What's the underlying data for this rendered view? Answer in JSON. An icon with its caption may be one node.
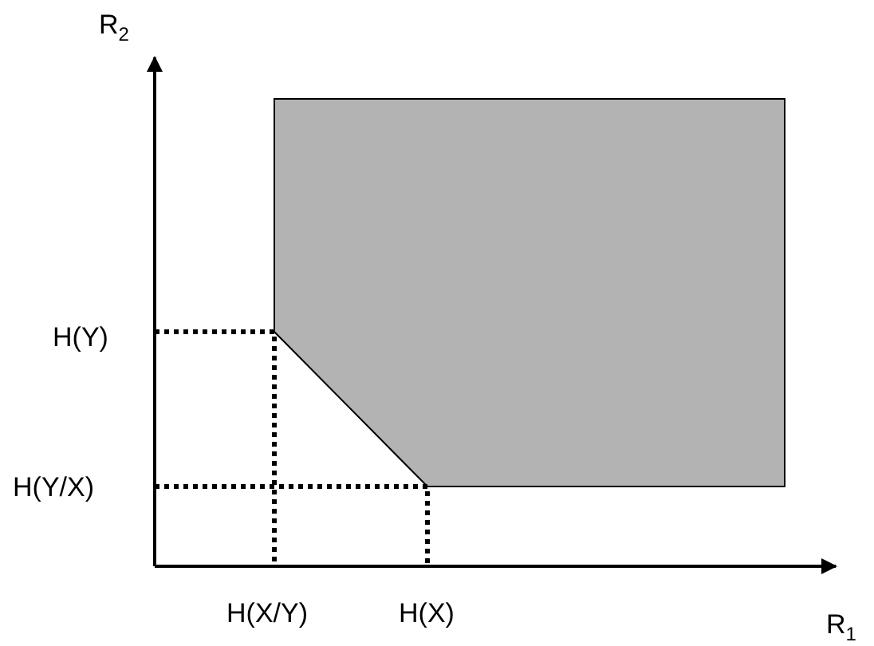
{
  "diagram": {
    "labels": [
      "R$_{2}$",
      "H(Y)",
      "H(Y/X)",
      "H(X/Y)",
      "H(X)",
      "R$_{1}$"
    ]
  }
}
